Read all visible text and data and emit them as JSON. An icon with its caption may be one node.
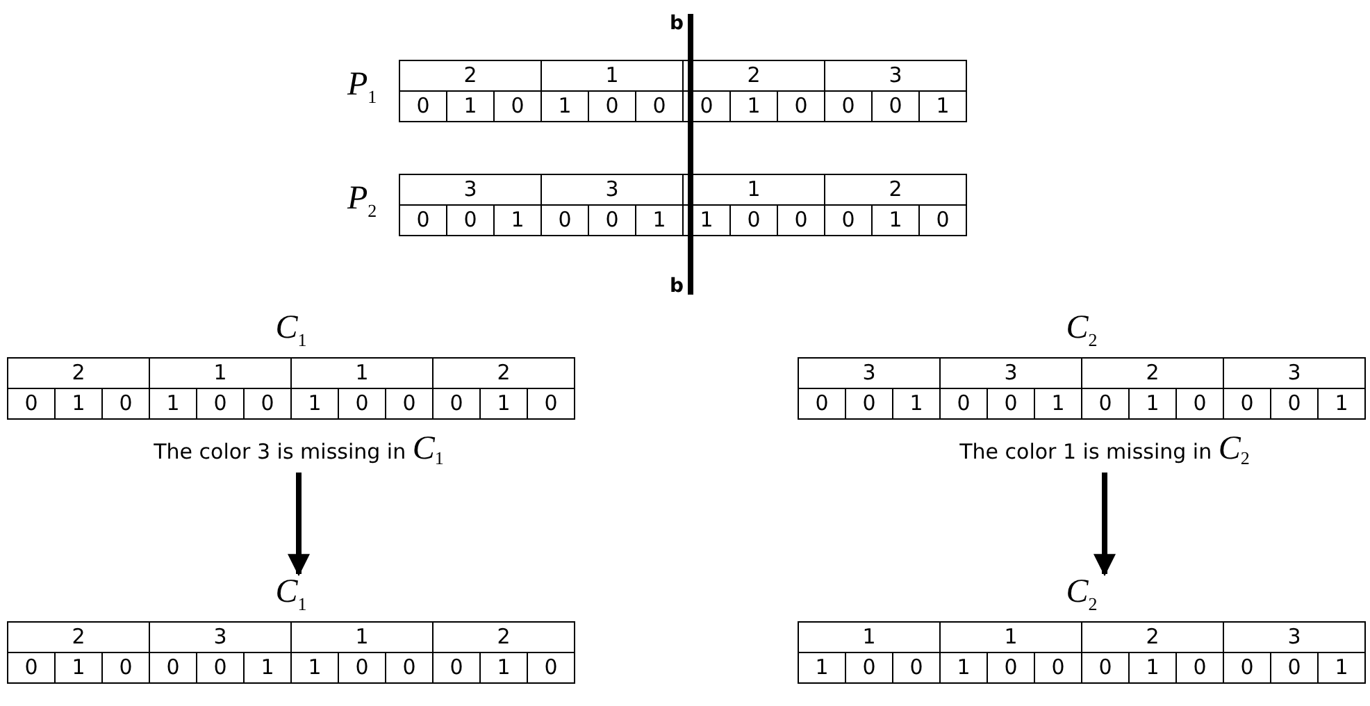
{
  "diagram": {
    "nodes": [
      {
        "text": [
          "2",
          "1",
          "2",
          "3",
          "0",
          "1",
          "0",
          "1",
          "0",
          "0",
          "0",
          "1",
          "0",
          "0",
          "0",
          "1"
        ],
        "beside": [
          "P$_{1}$"
        ]
      },
      {
        "text": [
          "3",
          "3",
          "1",
          "2",
          "0",
          "0",
          "1",
          "0",
          "0",
          "1",
          "1",
          "0",
          "0",
          "0",
          "1",
          "0"
        ],
        "beside": [
          "P$_{2}$"
        ]
      },
      {
        "text": [
          "2",
          "1",
          "1",
          "2",
          "0",
          "1",
          "0",
          "1",
          "0",
          "0",
          "1",
          "0",
          "0",
          "0",
          "1",
          "0"
        ],
        "beside": [
          "C$_{1}$"
        ]
      },
      {
        "text": [
          "3",
          "3",
          "2",
          "3",
          "0",
          "0",
          "1",
          "0",
          "0",
          "1",
          "0",
          "1",
          "0",
          "0",
          "0",
          "1"
        ],
        "beside": [
          "C$_{2}$"
        ]
      },
      {
        "text": [
          "The color 3 is missing in *C*$_{1}$"
        ]
      },
      {
        "text": [
          "The color 1 is missing in *C*$_{2}$"
        ]
      },
      {
        "text": [
          "2",
          "3",
          "1",
          "2",
          "0",
          "1",
          "0",
          "0",
          "0",
          "1",
          "1",
          "0",
          "0",
          "0",
          "1",
          "0"
        ],
        "beside": [
          "C$_{1}$"
        ]
      },
      {
        "text": [
          "1",
          "1",
          "2",
          "3",
          "1",
          "0",
          "0",
          "1",
          "0",
          "0",
          "0",
          "1",
          "0",
          "0",
          "0",
          "1"
        ],
        "beside": [
          "C$_{2}$"
        ]
      }
    ],
    "edges": [
      {
        "from": 4,
        "to": 6,
        "arrow": "to"
      },
      {
        "from": 5,
        "to": 7,
        "arrow": "to"
      }
    ],
    "labels": [
      "b",
      "b"
    ]
  }
}
